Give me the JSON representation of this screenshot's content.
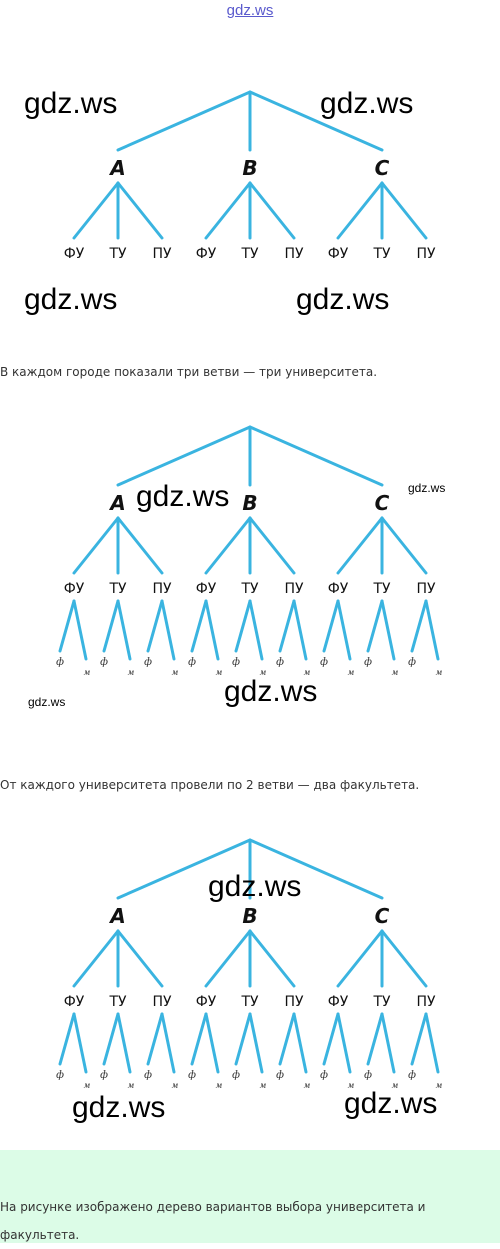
{
  "watermark_top": "gdz.ws",
  "watermarks": {
    "text": "gdz.ws"
  },
  "tree": {
    "cities": [
      "A",
      "B",
      "C"
    ],
    "universities": [
      "ФУ",
      "ТУ",
      "ПУ"
    ],
    "faculties": [
      "ф",
      "м"
    ]
  },
  "captions": {
    "first": "В каждом городе показали три ветви — три университета.",
    "second": "От каждого университета провели по 2 ветви — два факультета.",
    "note": "На рисунке изображено дерево вариантов выбора университета и факультета."
  },
  "colors": {
    "edge": "#3ab4e0",
    "note_background": "#dcfce7",
    "watermark_top": "#5a5acd"
  }
}
